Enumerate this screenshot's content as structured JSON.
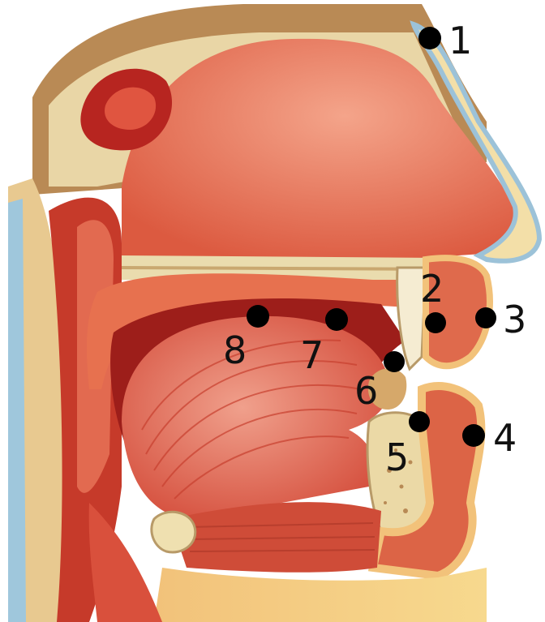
{
  "markers": [
    {
      "id": "1",
      "label": "1"
    },
    {
      "id": "2",
      "label": "2"
    },
    {
      "id": "3",
      "label": "3"
    },
    {
      "id": "4",
      "label": "4"
    },
    {
      "id": "5",
      "label": "5"
    },
    {
      "id": "6",
      "label": "6"
    },
    {
      "id": "7",
      "label": "7"
    },
    {
      "id": "8",
      "label": "8"
    }
  ]
}
